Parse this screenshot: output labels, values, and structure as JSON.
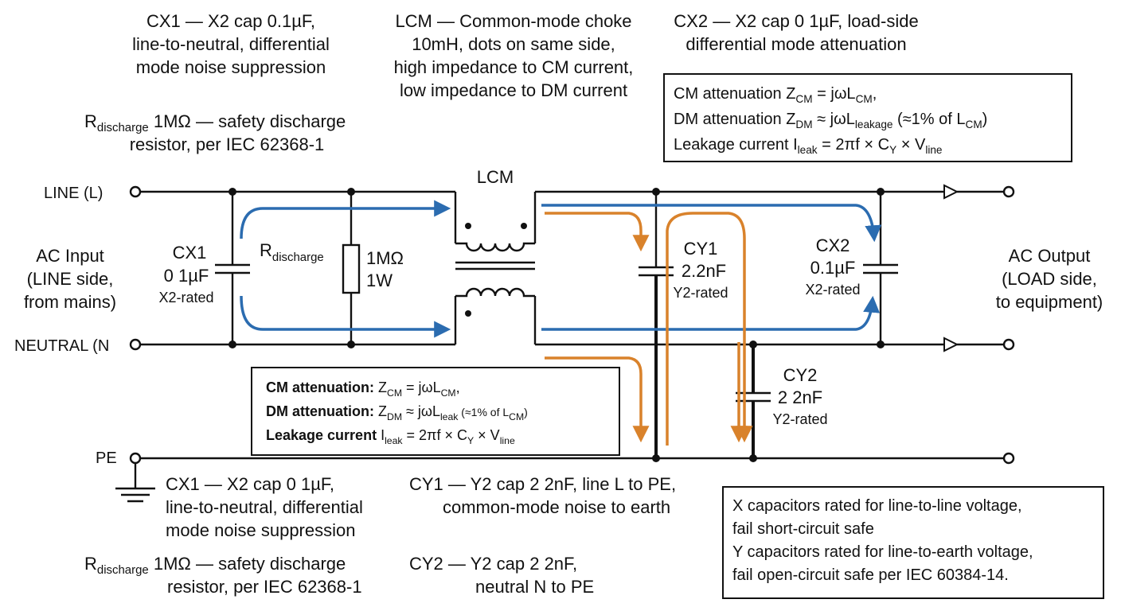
{
  "top_notes": {
    "cx1": [
      "CX1 — X2 cap 0.1µF,",
      "line-to-neutral, differential",
      "mode noise suppression"
    ],
    "lcm": [
      "LCM — Common-mode choke",
      "10mH, dots on same side,",
      "high impedance to CM current,",
      "low impedance to DM current"
    ],
    "cx2": [
      "CX2 — X2 cap 0 1µF, load-side",
      "differential mode attenuation"
    ],
    "rdis_main": "R",
    "rdis_sub": "discharge",
    "rdis_rest": " 1MΩ — safety discharge",
    "rdis_line2": "resistor, per IEC 62368-1"
  },
  "formula_box_top": {
    "l1_pre": "CM attenuation  Z",
    "l1_sub": "CM",
    "l1_mid": " = jωL",
    "l1_sub2": "CM",
    "l1_end": ",",
    "l2_pre": "DM attenuation  Z",
    "l2_sub": "DM",
    "l2_mid": " ≈ jωL",
    "l2_sub2": "leakage",
    "l2_end": " (≈1% of L",
    "l2_sub3": "CM",
    "l2_end2": ")",
    "l3_pre": "Leakage current I",
    "l3_sub": "leak",
    "l3_mid": " = 2πf × C",
    "l3_sub2": "Y",
    "l3_mid2": " × V",
    "l3_sub3": "line"
  },
  "formula_box_mid": {
    "l1_bold": "CM attenuation:",
    "l1_pre": " Z",
    "l1_sub": "CM",
    "l1_mid": " = jωL",
    "l1_sub2": "CM",
    "l1_end": ",",
    "l2_bold": "DM attenuation:",
    "l2_pre": " Z",
    "l2_sub": "DM",
    "l2_mid": " ≈ jωL",
    "l2_sub2": "leak",
    "l2_end": " (≈1% of L",
    "l2_sub3": "CM",
    "l2_end2": ")",
    "l3_bold": "Leakage current",
    "l3_pre": " I",
    "l3_sub": "leak",
    "l3_mid": " = 2πf × C",
    "l3_sub2": "Y",
    "l3_mid2": " × V",
    "l3_sub3": "line"
  },
  "terminals": {
    "line": "LINE (L)",
    "neutral": "NEUTRAL (N",
    "pe": "PE"
  },
  "side_labels": {
    "input": [
      "AC Input",
      "(LINE side,",
      "from mains)"
    ],
    "output": [
      "AC Output",
      "(LOAD side,",
      "to equipment)"
    ]
  },
  "components": {
    "lcm_label": "LCM",
    "cx1": [
      "CX1",
      "0 1µF",
      "X2-rated"
    ],
    "rdis_main": "R",
    "rdis_sub": "discharge",
    "r_value": [
      "1MΩ",
      "1W"
    ],
    "cy1": [
      "CY1",
      "2.2nF",
      "Y2-rated"
    ],
    "cx2": [
      "CX2",
      "0.1µF",
      "X2-rated"
    ],
    "cy2": [
      "CY2",
      "2 2nF",
      "Y2-rated"
    ]
  },
  "bottom_notes": {
    "cx1": [
      "CX1 — X2 cap 0 1µF,",
      "line-to-neutral, differential",
      "mode noise suppression"
    ],
    "rdis_main": "R",
    "rdis_sub": "discharge",
    "rdis_rest": " 1MΩ — safety discharge",
    "rdis_line2": "resistor, per IEC 62368-1",
    "cy1": [
      "CY1 — Y2 cap 2 2nF, line L to PE,",
      "common-mode noise to earth"
    ],
    "cy2": [
      "CY2 — Y2 cap 2 2nF,",
      "neutral N to PE"
    ]
  },
  "rating_box": [
    "X capacitors  rated for line-to-line voltage,",
    "fail short-circuit safe",
    "Y capacitors  rated for line-to-earth voltage,",
    "fail open-circuit safe per IEC 60384-14."
  ],
  "colors": {
    "dm_path": "#2b6cb0",
    "cm_path": "#d9822b",
    "wire": "#111111"
  }
}
